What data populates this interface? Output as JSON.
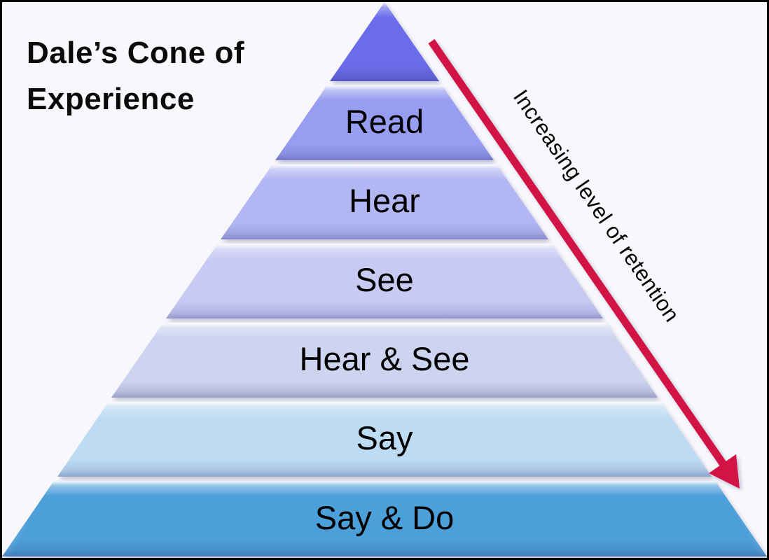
{
  "colors": {
    "background": "#f8f8fc",
    "frame_border": "#000000",
    "label_text": "#000000",
    "arrow": "#d21345"
  },
  "title": {
    "line1": "Dale’s Cone of",
    "line2": "Experience"
  },
  "pyramid": {
    "layers": [
      {
        "id": "apex",
        "label": "",
        "color": "#6b6cea"
      },
      {
        "id": "read",
        "label": "Read",
        "color": "#979df0"
      },
      {
        "id": "hear",
        "label": "Hear",
        "color": "#b2b6f3"
      },
      {
        "id": "see",
        "label": "See",
        "color": "#c8caf4"
      },
      {
        "id": "hear-and-see",
        "label": "Hear & See",
        "color": "#cdd4ef"
      },
      {
        "id": "say",
        "label": "Say",
        "color": "#bddcf3"
      },
      {
        "id": "say-and-do",
        "label": "Say & Do",
        "color": "#4d9fd9"
      }
    ]
  },
  "arrow": {
    "label": "Increasing level of retention",
    "color": "#d21345"
  }
}
